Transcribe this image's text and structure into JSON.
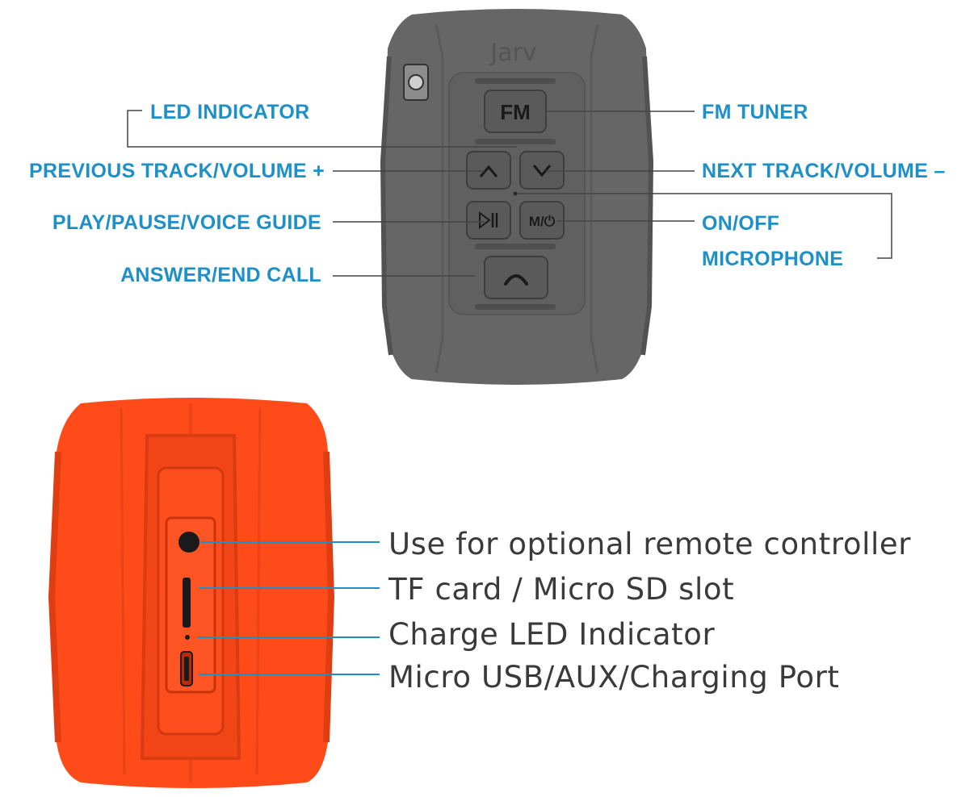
{
  "colors": {
    "callout_text": "#1e90c8",
    "leader_line": "#444444",
    "port_text": "#3a3a3a",
    "port_line": "#1e90c8",
    "speaker_gray": "#666666",
    "speaker_gray_dark": "#4f4f4f",
    "button_gray": "#5c5c5c",
    "speaker_orange": "#ff4a1a",
    "speaker_orange_dark": "#d93a10"
  },
  "brand": "Jarv",
  "buttons": {
    "fm": "FM",
    "mode": "M/⏻"
  },
  "callouts": {
    "led_indicator": "LED INDICATOR",
    "previous_track": "PREVIOUS TRACK/VOLUME +",
    "play_pause": "PLAY/PAUSE/VOICE GUIDE",
    "answer_end": "ANSWER/END CALL",
    "fm_tuner": "FM TUNER",
    "next_track": "NEXT TRACK/VOLUME –",
    "on_off": "ON/OFF",
    "microphone": "MICROPHONE"
  },
  "ports": {
    "remote": "Use for optional remote controller",
    "tf_card": "TF card / Micro SD slot",
    "charge_led": "Charge LED Indicator",
    "micro_usb": "Micro USB/AUX/Charging Port"
  },
  "icons": {
    "up": "chevron-up-icon",
    "down": "chevron-down-icon",
    "play_pause": "play-pause-icon",
    "power": "power-icon",
    "phone": "phone-icon"
  }
}
